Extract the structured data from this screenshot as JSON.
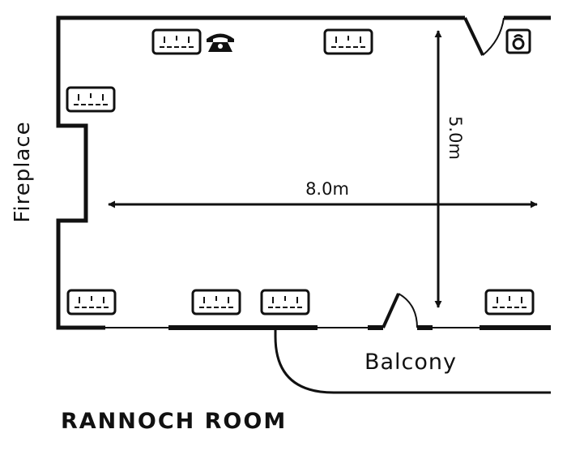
{
  "room": {
    "title": "RANNOCH ROOM",
    "width_label": "8.0m",
    "depth_label": "5.0m",
    "fireplace_label": "Fireplace",
    "balcony_label": "Balcony"
  },
  "colors": {
    "wall": "#111111",
    "background": "#ffffff"
  },
  "icons": {
    "power_socket": "power-socket-icon",
    "telephone": "telephone-icon",
    "smoke_detector": "smoke-detector-icon"
  }
}
